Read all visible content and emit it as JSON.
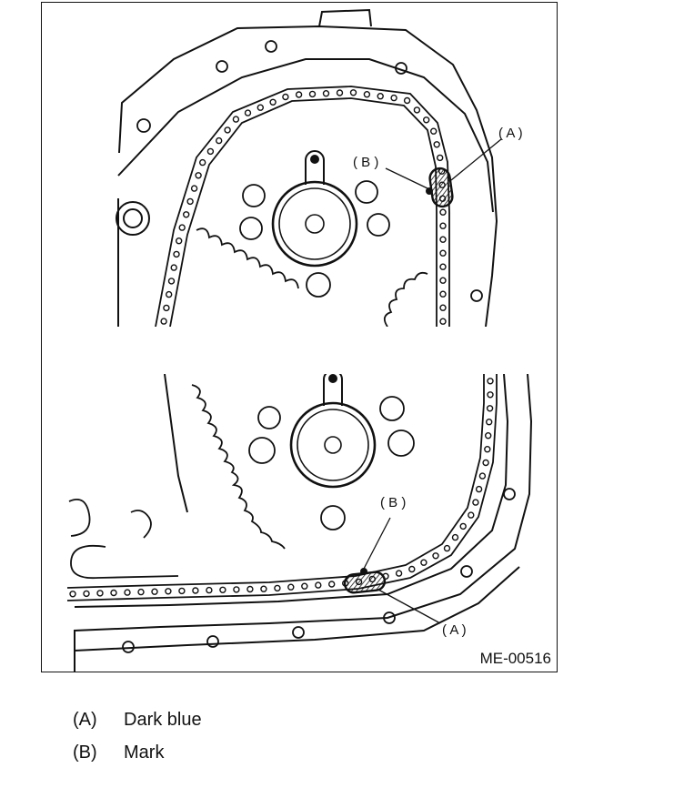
{
  "figure": {
    "code": "ME-00516",
    "callouts": {
      "a": "( A )",
      "b": "( B )"
    }
  },
  "legend": [
    {
      "key": "(A)",
      "label": "Dark blue"
    },
    {
      "key": "(B)",
      "label": "Mark"
    }
  ]
}
